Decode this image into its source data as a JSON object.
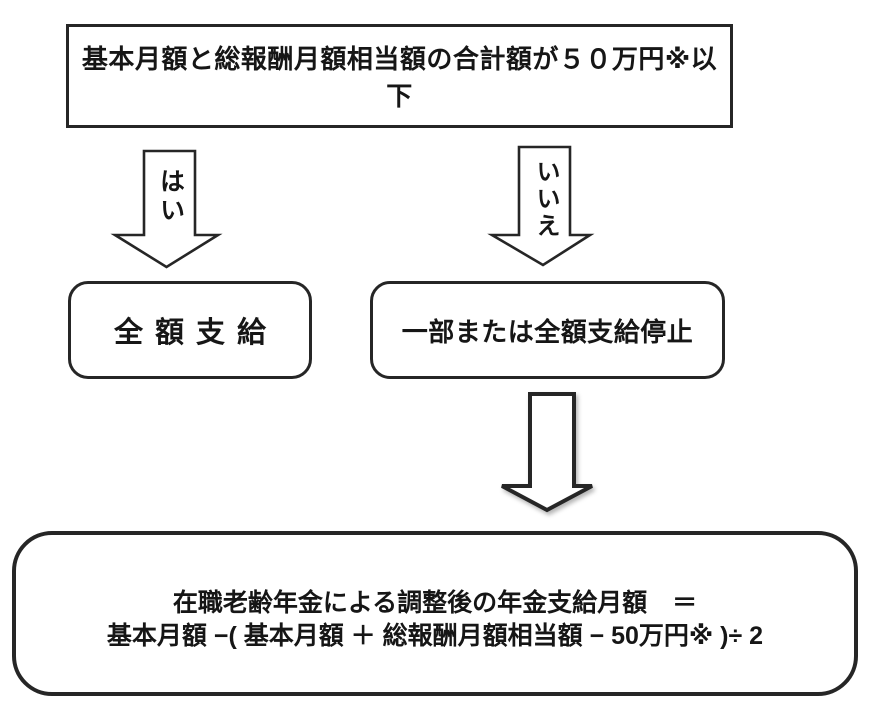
{
  "diagram": {
    "condition": {
      "label": "基本月額と総報酬月額相当額の合計額が５０万円※以下"
    },
    "yes_branch": {
      "arrow_label": "はい",
      "result_label": "全額支給"
    },
    "no_branch": {
      "arrow_label": "いいえ",
      "result_label": "一部または全額支給停止"
    },
    "formula": {
      "line1": "在職老齢年金による調整後の年金支給月額　＝",
      "line2": "基本月額 −( 基本月額 ＋ 総報酬月額相当額 − 50万円※ )÷ 2"
    },
    "colors": {
      "stroke": "#262626",
      "background": "#ffffff",
      "text": "#161616"
    }
  }
}
